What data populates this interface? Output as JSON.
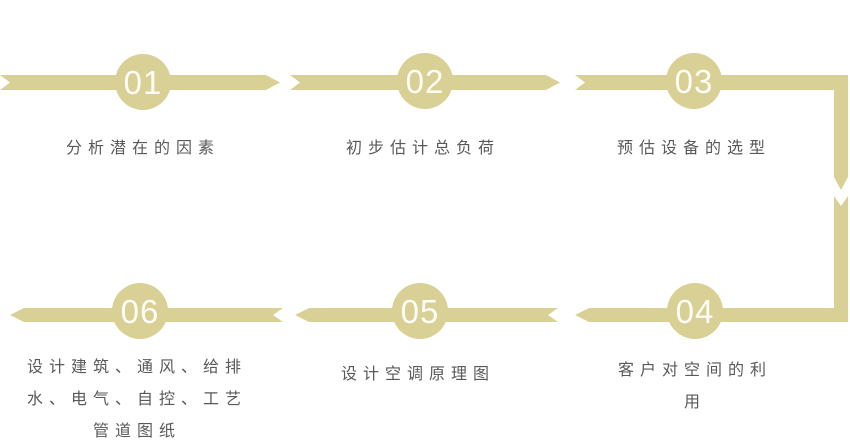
{
  "diagram": {
    "type": "process-flow",
    "accent_color": "#d8d094",
    "label_text_color": "#595959",
    "number_text_color": "#ffffff",
    "flow_direction": "top row left-to-right, down right side, bottom row right-to-left",
    "steps": [
      {
        "number": "01",
        "label": "分析潜在的因素"
      },
      {
        "number": "02",
        "label": "初步估计总负荷"
      },
      {
        "number": "03",
        "label": "预估设备的选型"
      },
      {
        "number": "04",
        "label": "客户对空间的利用"
      },
      {
        "number": "05",
        "label": "设计空调原理图"
      },
      {
        "number": "06",
        "label": "设计建筑、通风、给排水、电气、自控、工艺管道图纸"
      }
    ]
  }
}
